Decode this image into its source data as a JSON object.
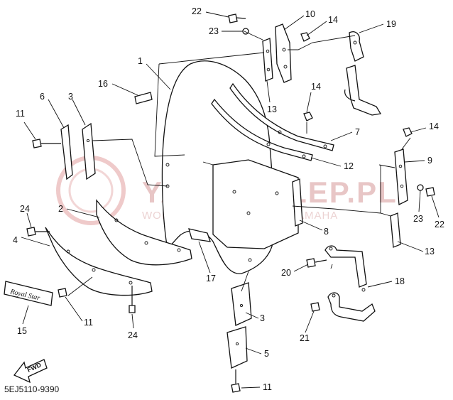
{
  "diagram": {
    "code": "5EJ5110-9390",
    "emblem_text": "Royal Star",
    "fwd_text": "FWD",
    "watermark": {
      "main": "YAMA-SKLEP.PL",
      "sub": "WOLNE HOWICZ DEALER YAMAHA"
    },
    "callouts": [
      {
        "id": "c22a",
        "label": "22"
      },
      {
        "id": "c23a",
        "label": "23"
      },
      {
        "id": "c10",
        "label": "10"
      },
      {
        "id": "c14a",
        "label": "14"
      },
      {
        "id": "c19",
        "label": "19"
      },
      {
        "id": "c1",
        "label": "1"
      },
      {
        "id": "c16",
        "label": "16"
      },
      {
        "id": "c13a",
        "label": "13"
      },
      {
        "id": "c14b",
        "label": "14"
      },
      {
        "id": "c6",
        "label": "6"
      },
      {
        "id": "c3a",
        "label": "3"
      },
      {
        "id": "c11a",
        "label": "11"
      },
      {
        "id": "c7",
        "label": "7"
      },
      {
        "id": "c12",
        "label": "12"
      },
      {
        "id": "c14c",
        "label": "14"
      },
      {
        "id": "c9",
        "label": "9"
      },
      {
        "id": "c24a",
        "label": "24"
      },
      {
        "id": "c2",
        "label": "2"
      },
      {
        "id": "c8",
        "label": "8"
      },
      {
        "id": "c23b",
        "label": "23"
      },
      {
        "id": "c22b",
        "label": "22"
      },
      {
        "id": "c4",
        "label": "4"
      },
      {
        "id": "c13b",
        "label": "13"
      },
      {
        "id": "c17",
        "label": "17"
      },
      {
        "id": "c20",
        "label": "20"
      },
      {
        "id": "c18",
        "label": "18"
      },
      {
        "id": "c3b",
        "label": "3"
      },
      {
        "id": "c11b",
        "label": "11"
      },
      {
        "id": "c15",
        "label": "15"
      },
      {
        "id": "c24b",
        "label": "24"
      },
      {
        "id": "c21",
        "label": "21"
      },
      {
        "id": "c5",
        "label": "5"
      },
      {
        "id": "c11c",
        "label": "11"
      }
    ]
  }
}
